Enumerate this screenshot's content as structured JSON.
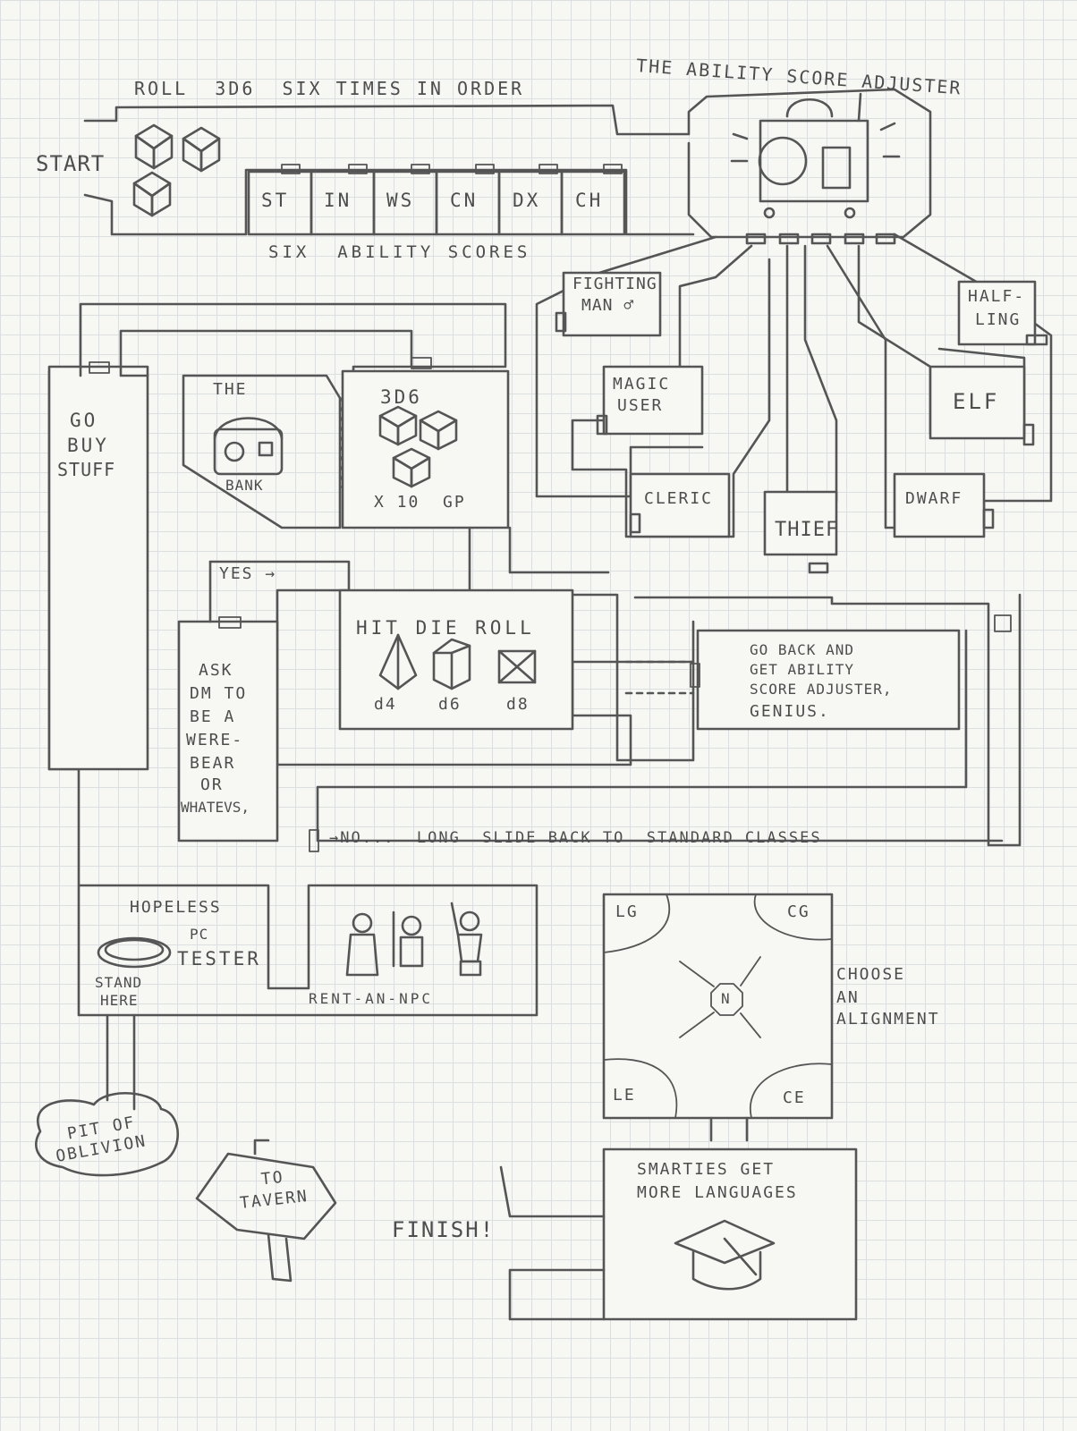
{
  "page": {
    "start": "START",
    "roll_title": "ROLL  3D6  SIX TIMES IN ORDER",
    "ability_scores_caption": "SIX  ABILITY SCORES",
    "abilities": [
      "ST",
      "IN",
      "WS",
      "CN",
      "DX",
      "CH"
    ],
    "adjuster_title": "THE ABILITY SCORE ADJUSTER",
    "classes": {
      "fighting_man_1": "FIGHTING",
      "fighting_man_2": "MAN ♂",
      "magic_user_1": "MAGIC",
      "magic_user_2": "USER",
      "cleric": "CLERIC",
      "thief": "THIEF",
      "dwarf": "DWARF",
      "elf": "ELF",
      "halfling_1": "HALF-",
      "halfling_2": "LING"
    },
    "shop": [
      "GO",
      "BUY",
      "STUFF"
    ],
    "bank": {
      "the": "THE",
      "bank": "BANK",
      "dice": "3D6",
      "gp": "X 10  GP"
    },
    "yes": "YES →",
    "hit_die": {
      "title": "HIT DIE ROLL",
      "d4": "d4",
      "d6": "d6",
      "d8": "d8"
    },
    "ask_dm": [
      "ASK",
      "DM TO",
      "BE A",
      "WERE-",
      "BEAR",
      "OR",
      "WHATEVS,"
    ],
    "go_back": [
      "GO BACK AND",
      "GET ABILITY",
      "SCORE ADJUSTER,",
      "GENIUS."
    ],
    "no_slide": "→NO...  LONG  SLIDE BACK TO  STANDARD CLASSES",
    "tester": {
      "hopeless": "HOPELESS",
      "pc": "PC",
      "tester": "TESTER",
      "stand": "STAND",
      "here": "HERE"
    },
    "rent_npc": "RENT-AN-NPC",
    "alignment": {
      "lg": "LG",
      "cg": "CG",
      "n": "N",
      "le": "LE",
      "ce": "CE",
      "choose": [
        "CHOOSE",
        "AN",
        "ALIGNMENT"
      ]
    },
    "pit": [
      "PIT OF",
      "OBLIVION"
    ],
    "tavern": [
      "TO",
      "TAVERN"
    ],
    "finish": "FINISH!",
    "languages": [
      "SMARTIES GET",
      "MORE LANGUAGES"
    ]
  }
}
